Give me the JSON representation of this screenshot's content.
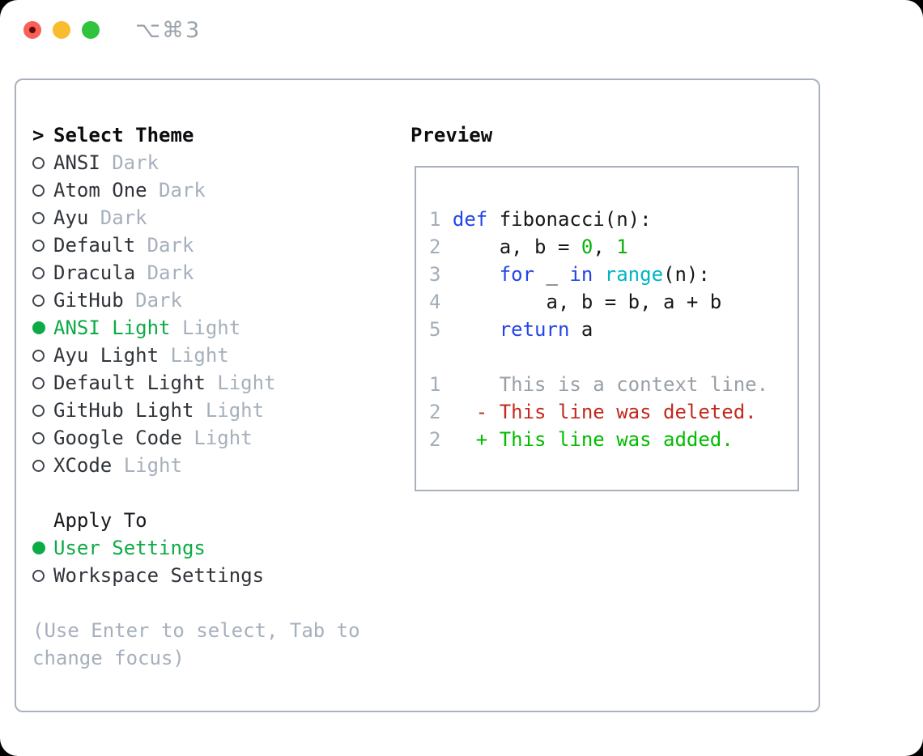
{
  "window": {
    "shortcut": "⌥⌘3"
  },
  "colors": {
    "panel_border": "#a9b1bc",
    "muted_text": "#a6b0bc",
    "item_text": "#30343a",
    "ui_green": "#0dab46",
    "traffic_red": "#f7615a",
    "traffic_yellow": "#f8bd2f",
    "traffic_green": "#31c33e",
    "keyword_blue": "#2346e6",
    "number_green": "#0ab20a",
    "function_cyan": "#00b4c6",
    "line_number_gray": "#a3adb8",
    "diff_context_gray": "#989fa6",
    "diff_deleted_red": "#c22a1c",
    "diff_added_green": "#01bc01"
  },
  "theme_panel": {
    "title_prefix": ">",
    "title": "Select Theme",
    "themes": [
      {
        "name": "ANSI",
        "variant": "Dark",
        "selected": false
      },
      {
        "name": "Atom One",
        "variant": "Dark",
        "selected": false
      },
      {
        "name": "Ayu",
        "variant": "Dark",
        "selected": false
      },
      {
        "name": "Default",
        "variant": "Dark",
        "selected": false
      },
      {
        "name": "Dracula",
        "variant": "Dark",
        "selected": false
      },
      {
        "name": "GitHub",
        "variant": "Dark",
        "selected": false
      },
      {
        "name": "ANSI Light",
        "variant": "Light",
        "selected": true
      },
      {
        "name": "Ayu Light",
        "variant": "Light",
        "selected": false
      },
      {
        "name": "Default Light",
        "variant": "Light",
        "selected": false
      },
      {
        "name": "GitHub Light",
        "variant": "Light",
        "selected": false
      },
      {
        "name": "Google Code",
        "variant": "Light",
        "selected": false
      },
      {
        "name": "XCode",
        "variant": "Light",
        "selected": false
      }
    ],
    "apply_to": {
      "title": "Apply To",
      "options": [
        {
          "label": "User Settings",
          "selected": true
        },
        {
          "label": "Workspace Settings",
          "selected": false
        }
      ]
    },
    "hint": {
      "line1": "(Use Enter to select, Tab to",
      "line2": "change focus)"
    }
  },
  "preview": {
    "title": "Preview",
    "code_lines": [
      {
        "num": "1",
        "tokens": [
          {
            "t": "def",
            "c": "kw"
          },
          {
            "t": " fibonacci(n):",
            "c": "plain"
          }
        ]
      },
      {
        "num": "2",
        "tokens": [
          {
            "t": "    a, b = ",
            "c": "plain"
          },
          {
            "t": "0",
            "c": "num"
          },
          {
            "t": ", ",
            "c": "plain"
          },
          {
            "t": "1",
            "c": "num"
          }
        ]
      },
      {
        "num": "3",
        "tokens": [
          {
            "t": "    ",
            "c": "plain"
          },
          {
            "t": "for",
            "c": "kw"
          },
          {
            "t": " _ ",
            "c": "plain"
          },
          {
            "t": "in",
            "c": "kw"
          },
          {
            "t": " ",
            "c": "plain"
          },
          {
            "t": "range",
            "c": "fn"
          },
          {
            "t": "(n):",
            "c": "plain"
          }
        ]
      },
      {
        "num": "4",
        "tokens": [
          {
            "t": "        a, b = b, a + b",
            "c": "plain"
          }
        ]
      },
      {
        "num": "5",
        "tokens": [
          {
            "t": "    ",
            "c": "plain"
          },
          {
            "t": "return",
            "c": "kw"
          },
          {
            "t": " a",
            "c": "plain"
          }
        ]
      }
    ],
    "diff_lines": [
      {
        "num": "1",
        "text": "    This is a context line.",
        "kind": "context"
      },
      {
        "num": "2",
        "text": "  - This line was deleted.",
        "kind": "deleted"
      },
      {
        "num": "2",
        "text": "  + This line was added.",
        "kind": "added"
      }
    ]
  }
}
